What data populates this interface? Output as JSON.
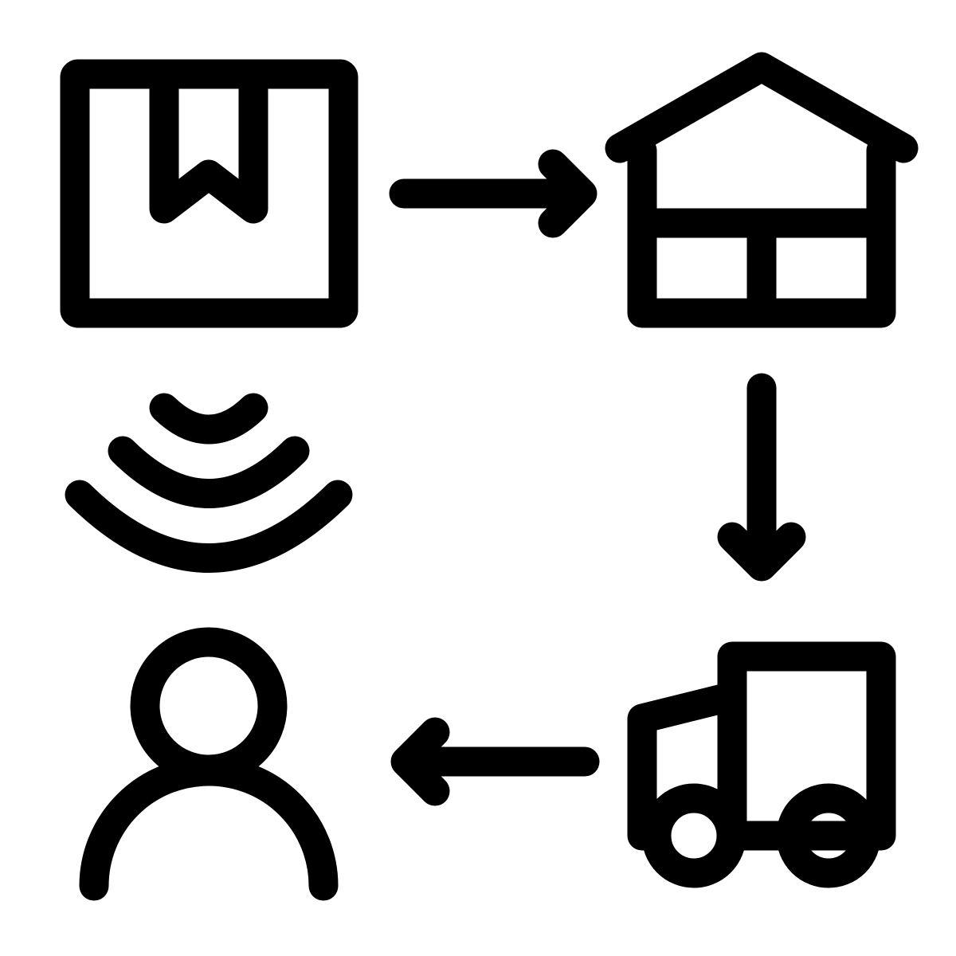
{
  "colors": {
    "background": "#FFFFFF",
    "stroke": "#000000"
  },
  "nodes": [
    {
      "id": "package",
      "icon": "package-box-icon"
    },
    {
      "id": "warehouse",
      "icon": "warehouse-icon"
    },
    {
      "id": "truck",
      "icon": "delivery-truck-icon"
    },
    {
      "id": "customer",
      "icon": "person-icon"
    }
  ],
  "connectors": [
    {
      "from": "package",
      "to": "warehouse",
      "icon": "arrow-right-icon"
    },
    {
      "from": "warehouse",
      "to": "truck",
      "icon": "arrow-down-icon"
    },
    {
      "from": "truck",
      "to": "customer",
      "icon": "arrow-left-icon"
    }
  ],
  "signal": {
    "icon": "wireless-signal-icon",
    "waves": 3
  }
}
